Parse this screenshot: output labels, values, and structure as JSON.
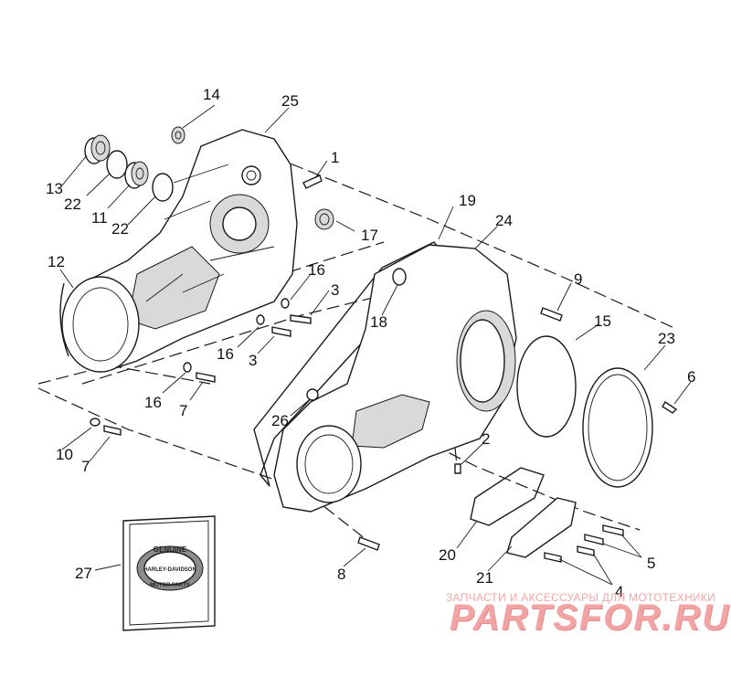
{
  "diagram": {
    "callouts": [
      {
        "id": "1",
        "text": "1"
      },
      {
        "id": "2",
        "text": "2"
      },
      {
        "id": "3a",
        "text": "3"
      },
      {
        "id": "3b",
        "text": "3"
      },
      {
        "id": "4",
        "text": "4"
      },
      {
        "id": "5",
        "text": "5"
      },
      {
        "id": "6",
        "text": "6"
      },
      {
        "id": "7a",
        "text": "7"
      },
      {
        "id": "7b",
        "text": "7"
      },
      {
        "id": "8",
        "text": "8"
      },
      {
        "id": "9",
        "text": "9"
      },
      {
        "id": "10",
        "text": "10"
      },
      {
        "id": "11",
        "text": "11"
      },
      {
        "id": "12",
        "text": "12"
      },
      {
        "id": "13",
        "text": "13"
      },
      {
        "id": "14",
        "text": "14"
      },
      {
        "id": "15",
        "text": "15"
      },
      {
        "id": "16a",
        "text": "16"
      },
      {
        "id": "16b",
        "text": "16"
      },
      {
        "id": "16c",
        "text": "16"
      },
      {
        "id": "17",
        "text": "17"
      },
      {
        "id": "18",
        "text": "18"
      },
      {
        "id": "19",
        "text": "19"
      },
      {
        "id": "20",
        "text": "20"
      },
      {
        "id": "21",
        "text": "21"
      },
      {
        "id": "22a",
        "text": "22"
      },
      {
        "id": "22b",
        "text": "22"
      },
      {
        "id": "23",
        "text": "23"
      },
      {
        "id": "24",
        "text": "24"
      },
      {
        "id": "25",
        "text": "25"
      },
      {
        "id": "26",
        "text": "26"
      },
      {
        "id": "27",
        "text": "27"
      }
    ],
    "logo": {
      "top": "GENUINE",
      "middle": "HARLEY-DAVIDSON",
      "bottom": "MOTOR PARTS"
    }
  },
  "watermark": {
    "line1": "ЗАПЧАСТИ И АКСЕССУАРЫ ДЛЯ МОТОТЕХНИКИ",
    "brand": "PARTSFOR.RU"
  },
  "colors": {
    "line": "#1a1a1a",
    "watermark": "#f2a3a3"
  }
}
